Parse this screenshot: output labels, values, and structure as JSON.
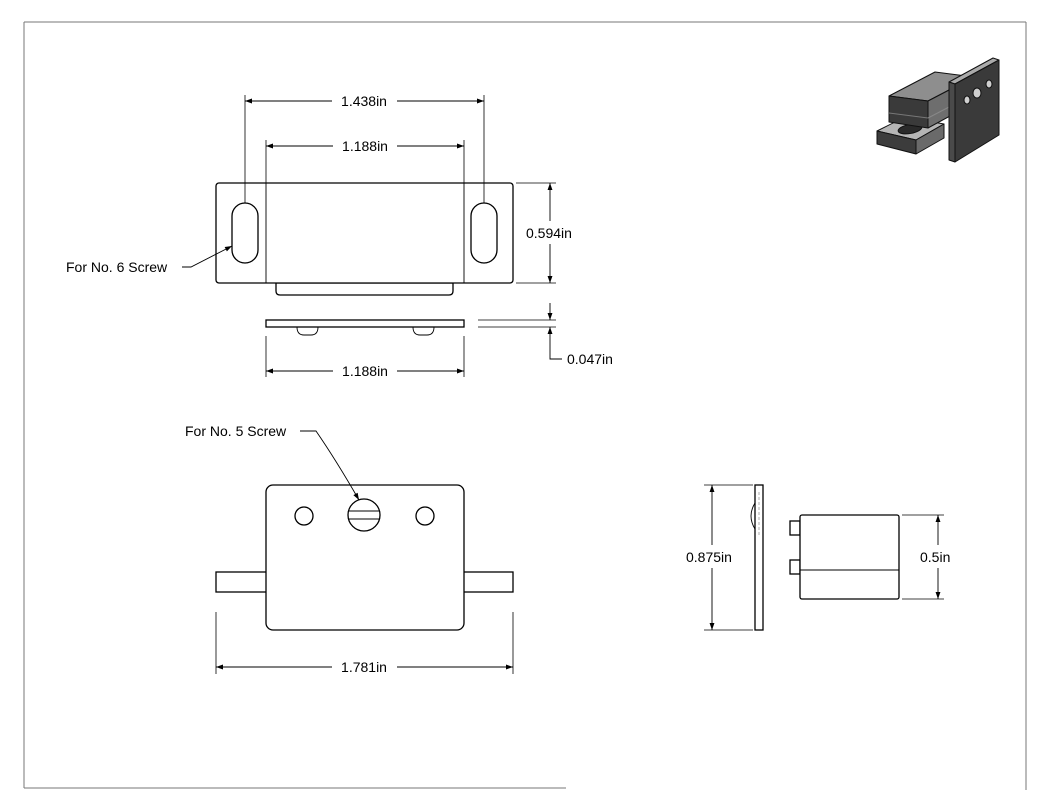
{
  "dimensions": {
    "top_overall_width": "1.438in",
    "top_body_width": "1.188in",
    "top_height": "0.594in",
    "side_thickness": "0.047in",
    "side_width": "1.188in",
    "front_overall_width": "1.781in",
    "end_plate_height": "0.875in",
    "end_body_height": "0.5in"
  },
  "callouts": {
    "screw_no6": "For No. 6 Screw",
    "screw_no5": "For No. 5 Screw"
  },
  "colors": {
    "line": "#000000",
    "border": "#777777",
    "iso_dark": "#3a3a3a",
    "iso_mid": "#6e6e6e",
    "iso_light": "#a9a9a9"
  }
}
